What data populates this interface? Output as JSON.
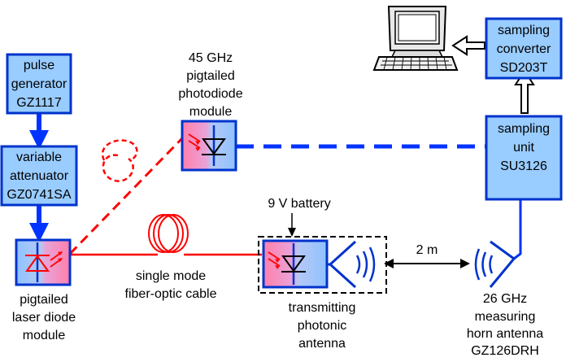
{
  "blocks": {
    "pulse_generator": {
      "line1": "pulse",
      "line2": "generator",
      "line3": "GZ1117"
    },
    "variable_attenuator": {
      "line1": "variable",
      "line2": "attenuator",
      "line3": "GZ0741SA"
    },
    "sampling_converter": {
      "line1": "sampling",
      "line2": "converter",
      "line3": "SD203T"
    },
    "sampling_unit": {
      "line1": "sampling",
      "line2": "unit",
      "line3": "SU3126"
    }
  },
  "labels": {
    "photodiode": {
      "line1": "45 GHz",
      "line2": "pigtailed",
      "line3": "photodiode",
      "line4": "module"
    },
    "laser": {
      "line1": "pigtailed",
      "line2": "laser diode",
      "line3": "module"
    },
    "fiber": {
      "line1": "single mode",
      "line2": "fiber-optic cable"
    },
    "antenna": {
      "line1": "transmitting",
      "line2": "photonic",
      "line3": "antenna"
    },
    "horn": {
      "line1": "26 GHz",
      "line2": "measuring",
      "line3": "horn antenna",
      "line4": "GZ126DRH"
    },
    "battery": "9 V battery",
    "distance": "2 m"
  },
  "colors": {
    "block_fill": "#99ccff",
    "block_border": "#0033cc",
    "signal_blue": "#0033ff",
    "optical_red": "#ff0000",
    "pink": "#ff7faa"
  },
  "icons": [
    "computer-icon",
    "photodiode-icon",
    "laser-diode-icon",
    "fiber-coil-icon",
    "horn-antenna-icon",
    "wave-arcs-icon"
  ]
}
